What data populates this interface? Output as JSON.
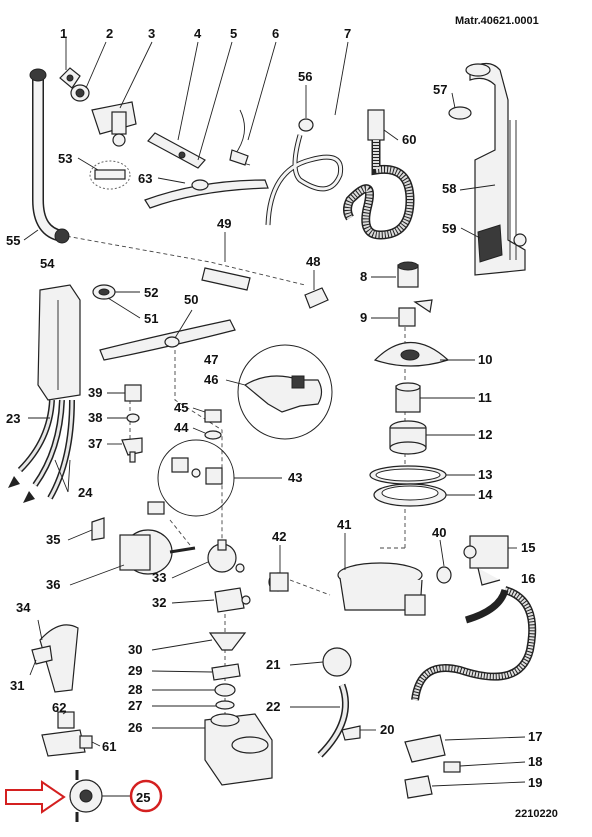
{
  "header": {
    "material_code": "Matr.40621.0001"
  },
  "footer": {
    "diagram_code": "2210220"
  },
  "highlight": {
    "part": "25",
    "color": "#d42020"
  },
  "part_numbers": [
    "1",
    "2",
    "3",
    "4",
    "5",
    "6",
    "7",
    "8",
    "9",
    "10",
    "11",
    "12",
    "13",
    "14",
    "15",
    "16",
    "17",
    "18",
    "19",
    "20",
    "21",
    "22",
    "23",
    "24",
    "25",
    "26",
    "27",
    "28",
    "29",
    "30",
    "31",
    "32",
    "33",
    "34",
    "35",
    "36",
    "37",
    "38",
    "39",
    "40",
    "41",
    "42",
    "43",
    "44",
    "45",
    "46",
    "47",
    "48",
    "49",
    "50",
    "51",
    "52",
    "53",
    "54",
    "55",
    "56",
    "57",
    "58",
    "59",
    "60",
    "61",
    "62",
    "63"
  ]
}
